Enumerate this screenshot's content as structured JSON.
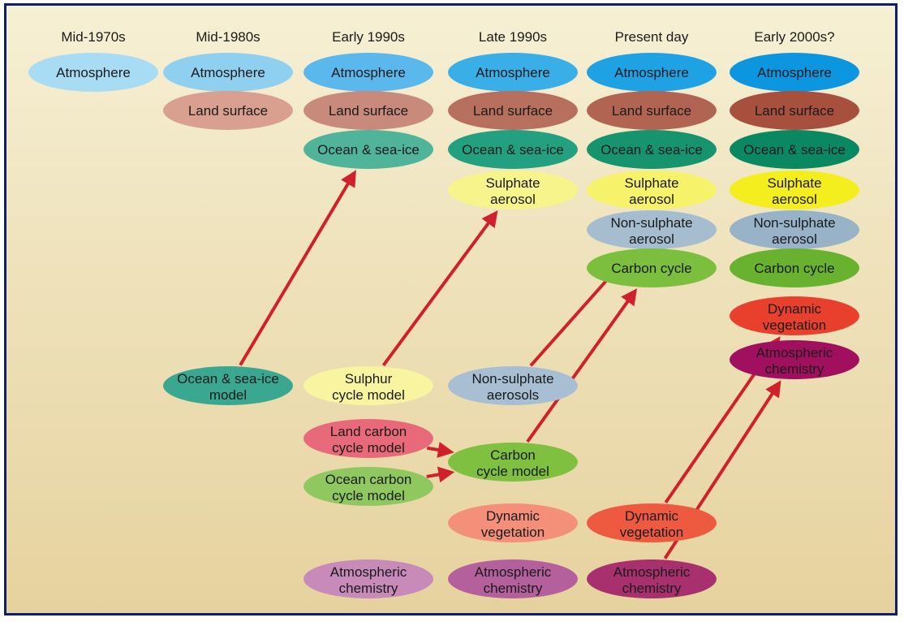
{
  "eras": [
    "Mid-1970s",
    "Mid-1980s",
    "Early 1990s",
    "Late 1990s",
    "Present day",
    "Early 2000s?"
  ],
  "colors": {
    "frame": "#0f1f6e",
    "arrow": "#d0202c",
    "atmosphere": "#7fc8ee",
    "land_surface": "#c88a7a",
    "ocean_sea_ice": "#3aa890",
    "sulphate_aerosol": "#f4f05a",
    "non_sulphate_aerosol": "#9fb8cc",
    "carbon_cycle": "#7cbf3e",
    "dynamic_vegetation": "#ee5a40",
    "atmospheric_chemistry": "#a8306e"
  },
  "columns": [
    {
      "era": "Mid-1970s",
      "components": [
        {
          "lines": [
            "Atmosphere"
          ],
          "color": "#a8dcf4"
        }
      ]
    },
    {
      "era": "Mid-1980s",
      "components": [
        {
          "lines": [
            "Atmosphere"
          ],
          "color": "#8fd0f0"
        },
        {
          "lines": [
            "Land surface"
          ],
          "color": "#d9a090"
        }
      ]
    },
    {
      "era": "Early 1990s",
      "components": [
        {
          "lines": [
            "Atmosphere"
          ],
          "color": "#5ab8ec"
        },
        {
          "lines": [
            "Land surface"
          ],
          "color": "#c88a7a"
        },
        {
          "lines": [
            "Ocean & sea-ice"
          ],
          "color": "#4fb49a"
        }
      ]
    },
    {
      "era": "Late 1990s",
      "components": [
        {
          "lines": [
            "Atmosphere"
          ],
          "color": "#3aaee6"
        },
        {
          "lines": [
            "Land surface"
          ],
          "color": "#b8705e"
        },
        {
          "lines": [
            "Ocean & sea-ice"
          ],
          "color": "#22a080"
        },
        {
          "lines": [
            "Sulphate",
            "aerosol"
          ],
          "color": "#f8f48c"
        }
      ]
    },
    {
      "era": "Present day",
      "components": [
        {
          "lines": [
            "Atmosphere"
          ],
          "color": "#1ea2e4"
        },
        {
          "lines": [
            "Land surface"
          ],
          "color": "#b26452"
        },
        {
          "lines": [
            "Ocean & sea-ice"
          ],
          "color": "#15946e"
        },
        {
          "lines": [
            "Sulphate",
            "aerosol"
          ],
          "color": "#f6f26a"
        },
        {
          "lines": [
            "Non-sulphate",
            "aerosol"
          ],
          "color": "#a6bccf"
        },
        {
          "lines": [
            "Carbon cycle"
          ],
          "color": "#7cbf3e"
        }
      ]
    },
    {
      "era": "Early 2000s?",
      "components": [
        {
          "lines": [
            "Atmosphere"
          ],
          "color": "#0d96e0"
        },
        {
          "lines": [
            "Land surface"
          ],
          "color": "#a8503e"
        },
        {
          "lines": [
            "Ocean & sea-ice"
          ],
          "color": "#0a8862"
        },
        {
          "lines": [
            "Sulphate",
            "aerosol"
          ],
          "color": "#f4ee1e"
        },
        {
          "lines": [
            "Non-sulphate",
            "aerosol"
          ],
          "color": "#98b2c8"
        },
        {
          "lines": [
            "Carbon cycle"
          ],
          "color": "#68b230"
        },
        {
          "lines": [
            "Dynamic",
            "vegetation"
          ],
          "color": "#e8402c"
        },
        {
          "lines": [
            "Atmospheric",
            "chemistry"
          ],
          "color": "#a0105e"
        }
      ]
    }
  ],
  "standalone_models": [
    {
      "id": "ocean-sea-ice-model",
      "column": 1,
      "lines": [
        "Ocean & sea-ice",
        "model"
      ],
      "color": "#3aa890"
    },
    {
      "id": "sulphur-cycle-model",
      "column": 2,
      "lines": [
        "Sulphur",
        "cycle model"
      ],
      "color": "#f8f4a0"
    },
    {
      "id": "land-carbon-cycle-model",
      "column": 2,
      "lines": [
        "Land carbon",
        "cycle model"
      ],
      "color": "#e86a7a"
    },
    {
      "id": "ocean-carbon-cycle-model",
      "column": 2,
      "lines": [
        "Ocean carbon",
        "cycle model"
      ],
      "color": "#90c860"
    },
    {
      "id": "atmospheric-chemistry-model-1990s",
      "column": 2,
      "lines": [
        "Atmospheric",
        "chemistry"
      ],
      "color": "#c88ab8"
    },
    {
      "id": "non-sulphate-aerosols-model",
      "column": 3,
      "lines": [
        "Non-sulphate",
        "aerosols"
      ],
      "color": "#a8bed2"
    },
    {
      "id": "carbon-cycle-model",
      "column": 3,
      "lines": [
        "Carbon",
        "cycle model"
      ],
      "color": "#80c040"
    },
    {
      "id": "dynamic-vegetation-model-1990s",
      "column": 3,
      "lines": [
        "Dynamic",
        "vegetation"
      ],
      "color": "#f4907a"
    },
    {
      "id": "atmospheric-chemistry-model-late1990s",
      "column": 3,
      "lines": [
        "Atmospheric",
        "chemistry"
      ],
      "color": "#b4609c"
    },
    {
      "id": "dynamic-vegetation-model-present",
      "column": 4,
      "lines": [
        "Dynamic",
        "vegetation"
      ],
      "color": "#ee5a40"
    },
    {
      "id": "atmospheric-chemistry-model-present",
      "column": 4,
      "lines": [
        "Atmospheric",
        "chemistry"
      ],
      "color": "#a8306e"
    }
  ],
  "arrows": [
    {
      "from": "ocean-sea-ice-model",
      "to": "Early 1990s / Ocean & sea-ice"
    },
    {
      "from": "sulphur-cycle-model",
      "to": "Late 1990s / Sulphate aerosol"
    },
    {
      "from": "non-sulphate-aerosols-model",
      "to": "Present day / Non-sulphate aerosol"
    },
    {
      "from": "land-carbon-cycle-model",
      "to": "carbon-cycle-model"
    },
    {
      "from": "ocean-carbon-cycle-model",
      "to": "carbon-cycle-model"
    },
    {
      "from": "carbon-cycle-model",
      "to": "Present day / Carbon cycle"
    },
    {
      "from": "dynamic-vegetation-model-present",
      "to": "Early 2000s? / Dynamic vegetation"
    },
    {
      "from": "atmospheric-chemistry-model-present",
      "to": "Early 2000s? / Atmospheric chemistry"
    }
  ]
}
